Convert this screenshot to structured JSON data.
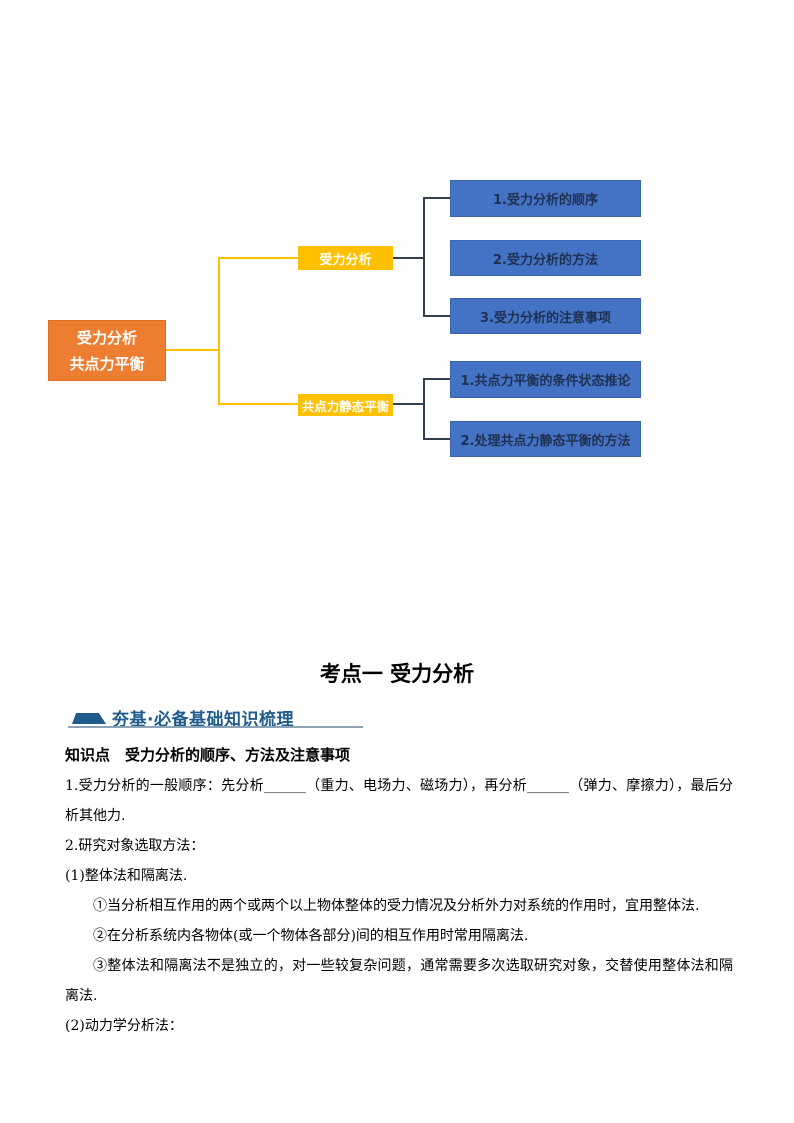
{
  "colors": {
    "root-fill": "#ED7D31",
    "root-border": "#DD6B20",
    "root-text": "#FFFFFF",
    "branch-fill": "#FFC000",
    "branch-text": "#FFFFFF",
    "leaf-fill": "#4472C4",
    "leaf-border": "#3A66B0",
    "leaf-text": "#1F3050",
    "connector-primary": "#FFC000",
    "connector-secondary": "#323F4F",
    "section-accent": "#1F5C8B",
    "section-underline": "#8CA3B8"
  },
  "diagram": {
    "root": {
      "line1": "受力分析",
      "line2": "共点力平衡"
    },
    "branches": [
      {
        "label": "受力分析"
      },
      {
        "label": "共点力静态平衡"
      }
    ],
    "leaves": [
      {
        "label": "1.受力分析的顺序"
      },
      {
        "label": "2.受力分析的方法"
      },
      {
        "label": "3.受力分析的注意事项"
      },
      {
        "label": "1.共点力平衡的条件状态推论"
      },
      {
        "label": "2.处理共点力静态平衡的方法"
      }
    ]
  },
  "section": {
    "heading": "考点一 受力分析",
    "subheader": "夯基·必备基础知识梳理",
    "knowledge_point": "知识点　受力分析的顺序、方法及注意事项",
    "paragraphs": [
      "1.受力分析的一般顺序：先分析______（重力、电场力、磁场力），再分析______（弹力、摩擦力），最后分析其他力.",
      "2.研究对象选取方法：",
      "(1)整体法和隔离法.",
      "①当分析相互作用的两个或两个以上物体整体的受力情况及分析外力对系统的作用时，宜用整体法.",
      "②在分析系统内各物体(或一个物体各部分)间的相互作用时常用隔离法.",
      "③整体法和隔离法不是独立的，对一些较复杂问题，通常需要多次选取研究对象，交替使用整体法和隔离法.",
      "(2)动力学分析法："
    ]
  }
}
